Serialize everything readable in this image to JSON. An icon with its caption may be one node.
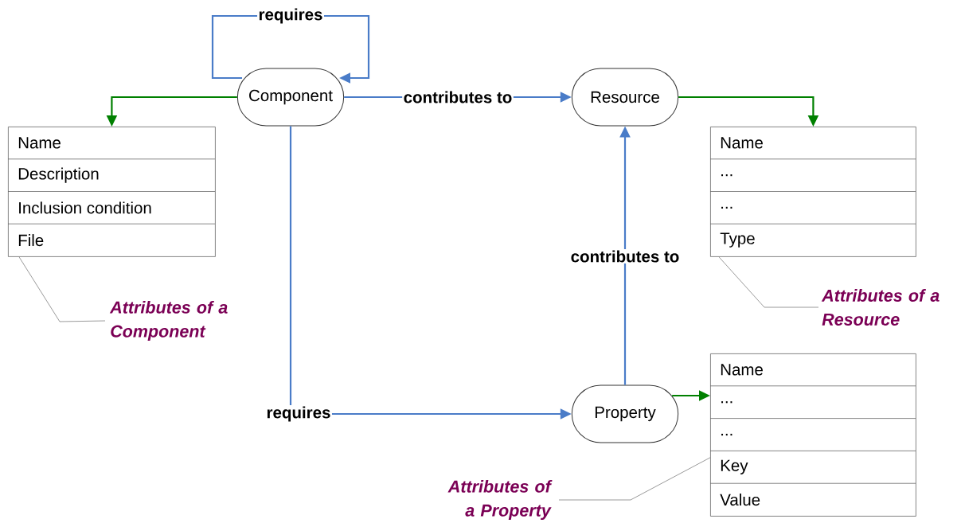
{
  "diagram": {
    "nodes": [
      {
        "text": [
          "Component"
        ]
      },
      {
        "text": [
          "Resource"
        ]
      },
      {
        "text": [
          "Name",
          "Description",
          "Inclusion condition",
          "File"
        ]
      },
      {
        "text": [
          "Name",
          "...",
          "...",
          "Type"
        ]
      },
      {
        "text": [
          "Property"
        ]
      },
      {
        "text": [
          "Name",
          "...",
          "...",
          "Key",
          "Value"
        ]
      },
      {
        "text": [
          "Attributes of a Component"
        ]
      },
      {
        "text": [
          "Attributes of a Resource"
        ]
      },
      {
        "text": [
          "Attributes of a Property"
        ]
      }
    ],
    "edges": [
      {
        "from": 0,
        "to": 0,
        "arrow": "to",
        "label": "requires"
      },
      {
        "from": 0,
        "to": 1,
        "arrow": "to",
        "label": "contributes to"
      },
      {
        "from": 0,
        "to": 4,
        "arrow": "to",
        "label": "requires"
      },
      {
        "from": 4,
        "to": 1,
        "arrow": "to",
        "label": "contributes to"
      },
      {
        "from": 0,
        "to": 2,
        "arrow": "to",
        "color": "#008000"
      },
      {
        "from": 1,
        "to": 3,
        "arrow": "to",
        "color": "#008000"
      },
      {
        "from": 4,
        "to": 5,
        "arrow": "to",
        "color": "#008000"
      },
      {
        "from": 6,
        "to": 2,
        "arrow": "none",
        "color": "#808080"
      },
      {
        "from": 7,
        "to": 3,
        "arrow": "none",
        "color": "#808080"
      },
      {
        "from": 8,
        "to": 5,
        "arrow": "none",
        "color": "#808080"
      }
    ]
  }
}
